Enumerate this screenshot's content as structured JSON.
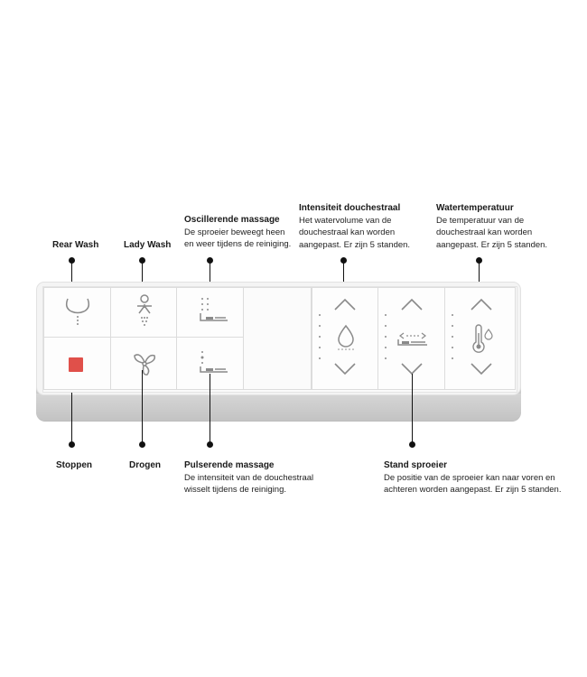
{
  "labels": {
    "rear_wash": {
      "title": "Rear Wash"
    },
    "lady_wash": {
      "title": "Lady Wash"
    },
    "oscillating": {
      "title": "Oscillerende massage",
      "desc": "De sproeier beweegt heen\nen weer tijdens de reiniging."
    },
    "intensity": {
      "title": "Intensiteit douchestraal",
      "desc": "Het watervolume van de\ndouchestraal kan worden\naangepast. Er zijn 5 standen."
    },
    "temperature": {
      "title": "Watertemperatuur",
      "desc": "De temperatuur van de\ndouchestraal kan worden\naangepast. Er zijn 5 standen."
    },
    "stop": {
      "title": "Stoppen"
    },
    "dry": {
      "title": "Drogen"
    },
    "pulsating": {
      "title": "Pulserende massage",
      "desc": "De intensiteit van de douchestraal\nwisselt tijdens de reiniging."
    },
    "nozzle_position": {
      "title": "Stand sproeier",
      "desc": "De positie van de sproeier kan naar voren en\nachteren worden aangepast. Er zijn 5 standen."
    }
  },
  "colors": {
    "stop_button": "#e0504a",
    "icon_gray": "#8a8a8a",
    "callout": "#111111"
  },
  "icons": [
    "rear-wash-icon",
    "lady-wash-icon",
    "oscillating-massage-icon",
    "stop-icon",
    "fan-icon",
    "pulsating-massage-icon",
    "water-drop-icon",
    "nozzle-position-icon",
    "thermometer-icon",
    "chevron-up-icon",
    "chevron-down-icon"
  ]
}
